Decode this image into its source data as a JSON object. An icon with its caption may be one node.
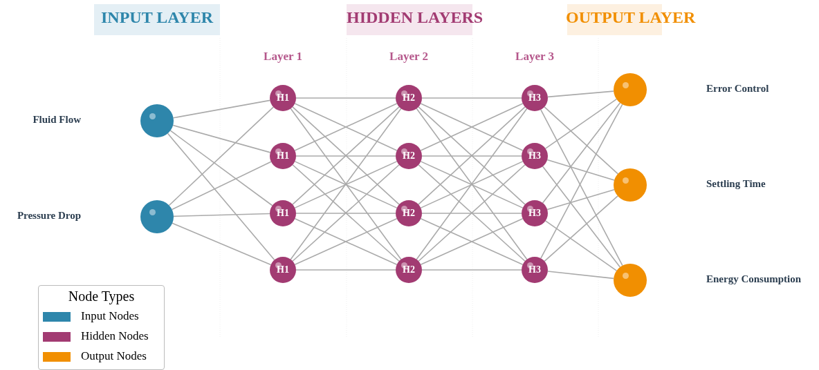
{
  "diagram": {
    "nodes": [
      {
        "text": [],
        "shape": "circle"
      },
      {
        "text": [],
        "shape": "circle"
      },
      {
        "text": [
          "H1"
        ]
      },
      {
        "text": [
          "H1"
        ]
      },
      {
        "text": [
          "H1"
        ]
      },
      {
        "text": [
          "H1"
        ]
      },
      {
        "text": [
          "H2"
        ]
      },
      {
        "text": [
          "H2"
        ]
      },
      {
        "text": [
          "H2"
        ]
      },
      {
        "text": [
          "H2"
        ]
      },
      {
        "text": [
          "H3"
        ]
      },
      {
        "text": [
          "H3"
        ]
      },
      {
        "text": [
          "H3"
        ]
      },
      {
        "text": [
          "H3"
        ]
      },
      {
        "text": [],
        "shape": "circle"
      },
      {
        "text": [],
        "shape": "circle"
      },
      {
        "text": [],
        "shape": "circle"
      }
    ],
    "edges": [
      {
        "from": 0,
        "to": 2,
        "arrow": "none"
      },
      {
        "from": 0,
        "to": 3,
        "arrow": "none"
      },
      {
        "from": 0,
        "to": 4,
        "arrow": "none"
      },
      {
        "from": 0,
        "to": 5,
        "arrow": "none"
      },
      {
        "from": 1,
        "to": 2,
        "arrow": "none"
      },
      {
        "from": 1,
        "to": 3,
        "arrow": "none"
      },
      {
        "from": 1,
        "to": 4,
        "arrow": "none"
      },
      {
        "from": 1,
        "to": 5,
        "arrow": "none"
      },
      {
        "from": 2,
        "to": 6,
        "arrow": "none"
      },
      {
        "from": 2,
        "to": 7,
        "arrow": "none"
      },
      {
        "from": 2,
        "to": 8,
        "arrow": "none"
      },
      {
        "from": 2,
        "to": 9,
        "arrow": "none"
      },
      {
        "from": 3,
        "to": 6,
        "arrow": "none"
      },
      {
        "from": 3,
        "to": 7,
        "arrow": "none"
      },
      {
        "from": 3,
        "to": 8,
        "arrow": "none"
      },
      {
        "from": 3,
        "to": 9,
        "arrow": "none"
      },
      {
        "from": 4,
        "to": 6,
        "arrow": "none"
      },
      {
        "from": 4,
        "to": 7,
        "arrow": "none"
      },
      {
        "from": 4,
        "to": 8,
        "arrow": "none"
      },
      {
        "from": 4,
        "to": 9,
        "arrow": "none"
      },
      {
        "from": 5,
        "to": 6,
        "arrow": "none"
      },
      {
        "from": 5,
        "to": 7,
        "arrow": "none"
      },
      {
        "from": 5,
        "to": 8,
        "arrow": "none"
      },
      {
        "from": 5,
        "to": 9,
        "arrow": "none"
      },
      {
        "from": 6,
        "to": 10,
        "arrow": "none"
      },
      {
        "from": 6,
        "to": 11,
        "arrow": "none"
      },
      {
        "from": 6,
        "to": 12,
        "arrow": "none"
      },
      {
        "from": 6,
        "to": 13,
        "arrow": "none"
      },
      {
        "from": 7,
        "to": 10,
        "arrow": "none"
      },
      {
        "from": 7,
        "to": 11,
        "arrow": "none"
      },
      {
        "from": 7,
        "to": 12,
        "arrow": "none"
      },
      {
        "from": 7,
        "to": 13,
        "arrow": "none"
      },
      {
        "from": 8,
        "to": 10,
        "arrow": "none"
      },
      {
        "from": 8,
        "to": 11,
        "arrow": "none"
      },
      {
        "from": 8,
        "to": 12,
        "arrow": "none"
      },
      {
        "from": 8,
        "to": 13,
        "arrow": "none"
      },
      {
        "from": 9,
        "to": 10,
        "arrow": "none"
      },
      {
        "from": 9,
        "to": 11,
        "arrow": "none"
      },
      {
        "from": 9,
        "to": 12,
        "arrow": "none"
      },
      {
        "from": 9,
        "to": 13,
        "arrow": "none"
      },
      {
        "from": 10,
        "to": 14,
        "arrow": "none"
      },
      {
        "from": 10,
        "to": 15,
        "arrow": "none"
      },
      {
        "from": 10,
        "to": 16,
        "arrow": "none"
      },
      {
        "from": 11,
        "to": 14,
        "arrow": "none"
      },
      {
        "from": 11,
        "to": 15,
        "arrow": "none"
      },
      {
        "from": 11,
        "to": 16,
        "arrow": "none"
      },
      {
        "from": 12,
        "to": 14,
        "arrow": "none"
      },
      {
        "from": 12,
        "to": 15,
        "arrow": "none"
      },
      {
        "from": 12,
        "to": 16,
        "arrow": "none"
      },
      {
        "from": 13,
        "to": 14,
        "arrow": "none"
      },
      {
        "from": 13,
        "to": 15,
        "arrow": "none"
      },
      {
        "from": 13,
        "to": 16,
        "arrow": "none"
      }
    ],
    "labels": [
      "INPUT LAYER",
      "HIDDEN LAYERS",
      "OUTPUT LAYER",
      "Layer 1",
      "Layer 2",
      "Layer 3",
      "Error Control",
      "Fluid Flow",
      "Settling Time",
      "Pressure Drop",
      "Energy Consumption",
      "Node Types"
    ],
    "legend": [
      {
        "text": "Input Nodes",
        "color": "#2e86ab"
      },
      {
        "text": "Hidden Nodes",
        "color": "#a23b72"
      },
      {
        "text": "Output Nodes",
        "color": "#f18f01"
      }
    ]
  }
}
